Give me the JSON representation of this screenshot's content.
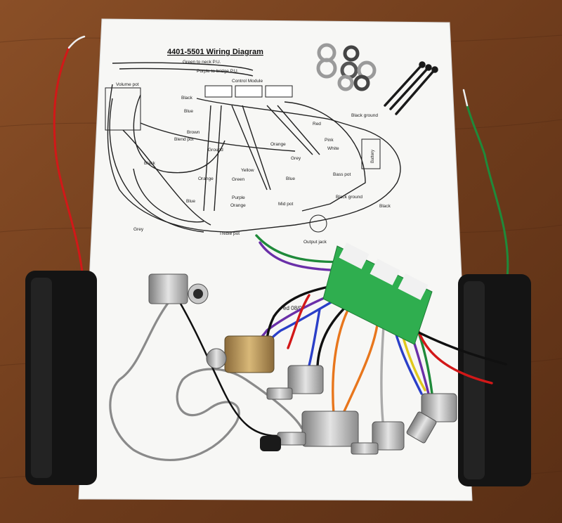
{
  "diagram": {
    "title": "4401-5501 Wiring Diagram",
    "labels": {
      "green_to_neck": "Green to neck P.U.",
      "purple_to_bridge": "Purple to bridge P.U.",
      "volume_pot": "Volume pot",
      "control_module": "Control Module",
      "black_1": "Black",
      "blue_1": "Blue",
      "brown": "Brown",
      "blend_pot": "Blend pot",
      "ground": "Ground",
      "black_2": "Black",
      "orange_1": "Orange",
      "black_ground_1": "Black ground",
      "red": "Red",
      "orange_2": "Orange",
      "pink": "Pink",
      "white": "White",
      "grey_1": "Grey",
      "battery": "Battery",
      "yellow": "Yellow",
      "green": "Green",
      "blue_2": "Blue",
      "bass_pot": "Bass pot",
      "purple": "Purple",
      "orange_3": "Orange",
      "blue_3": "Blue",
      "black_ground_2": "Black ground",
      "black_3": "Black",
      "mid_pot": "Mid pot",
      "grey_2": "Grey",
      "treble_pot": "Treble pot",
      "output_jack": "Output jack",
      "date_stamp": "ed 08/0"
    }
  },
  "colors": {
    "wood": "#7a4523",
    "paper": "#f7f7f5",
    "pickup": "#141414",
    "wire_red": "#d21818",
    "wire_green": "#1f8a3a",
    "wire_grey": "#8a8a8a",
    "wire_purple": "#6a2fa8",
    "wire_blue": "#2a3fc8",
    "wire_orange": "#e8761c",
    "wire_yellow": "#e0c81c",
    "wire_black": "#101010",
    "wire_white": "#eeeeee",
    "module_board": "#2fae4f",
    "pot_metal": "#b9b9b9"
  }
}
